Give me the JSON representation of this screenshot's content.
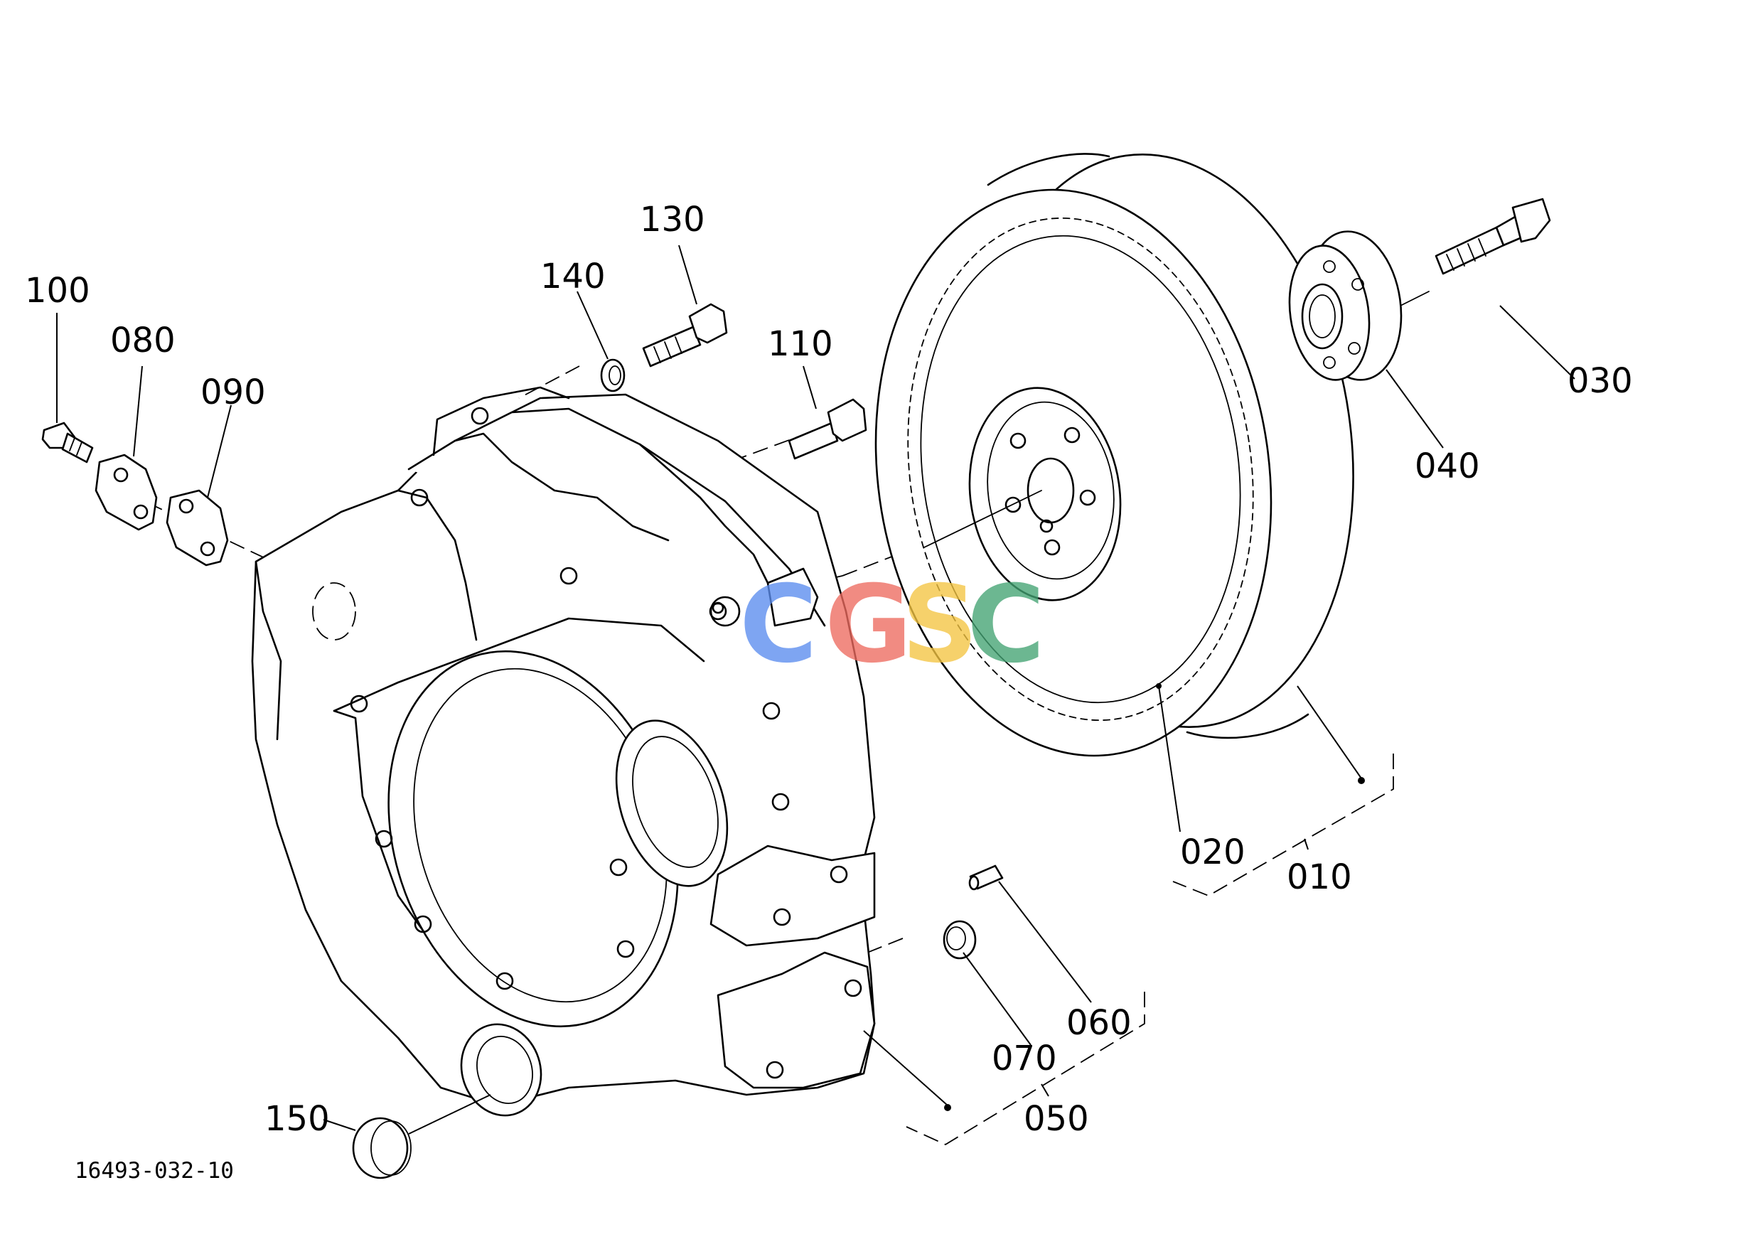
{
  "diagram": {
    "reference_code": "16493-032-10",
    "watermark": {
      "letters": [
        {
          "char": "C",
          "color": "#5b8def"
        },
        {
          "char": "G",
          "color": "#ee6b5f"
        },
        {
          "char": "S",
          "color": "#f4c542"
        },
        {
          "char": "C",
          "color": "#43a373"
        }
      ]
    },
    "callouts": {
      "p010": "010",
      "p020": "020",
      "p030": "030",
      "p040": "040",
      "p050": "050",
      "p060": "060",
      "p070": "070",
      "p080": "080",
      "p090": "090",
      "p100": "100",
      "p110": "110",
      "p130": "130",
      "p140": "140",
      "p150": "150"
    }
  }
}
